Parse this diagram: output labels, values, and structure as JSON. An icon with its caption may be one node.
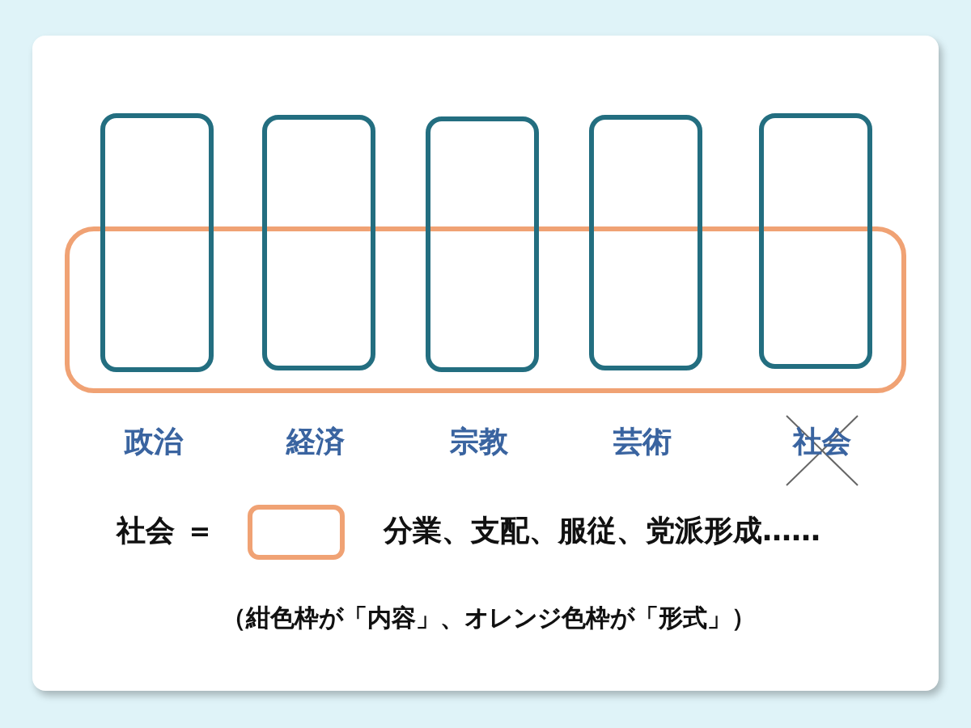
{
  "diagram": {
    "caption": "（紺色枠が「内容」、オレンジ色枠が「形式」）",
    "nodes": [
      {
        "text": [],
        "shape": "box"
      },
      {
        "text": [],
        "shape": "box"
      },
      {
        "text": [],
        "shape": "box"
      },
      {
        "text": [],
        "shape": "box"
      },
      {
        "text": [],
        "shape": "box"
      },
      {
        "text": [],
        "shape": "box"
      },
      {
        "text": [],
        "shape": "box"
      }
    ],
    "edges": [],
    "labels": [
      "政治",
      "経済",
      "宗教",
      "芸術",
      "社会",
      "社会 ＝",
      "分業、支配、服従、党派形成……"
    ]
  }
}
